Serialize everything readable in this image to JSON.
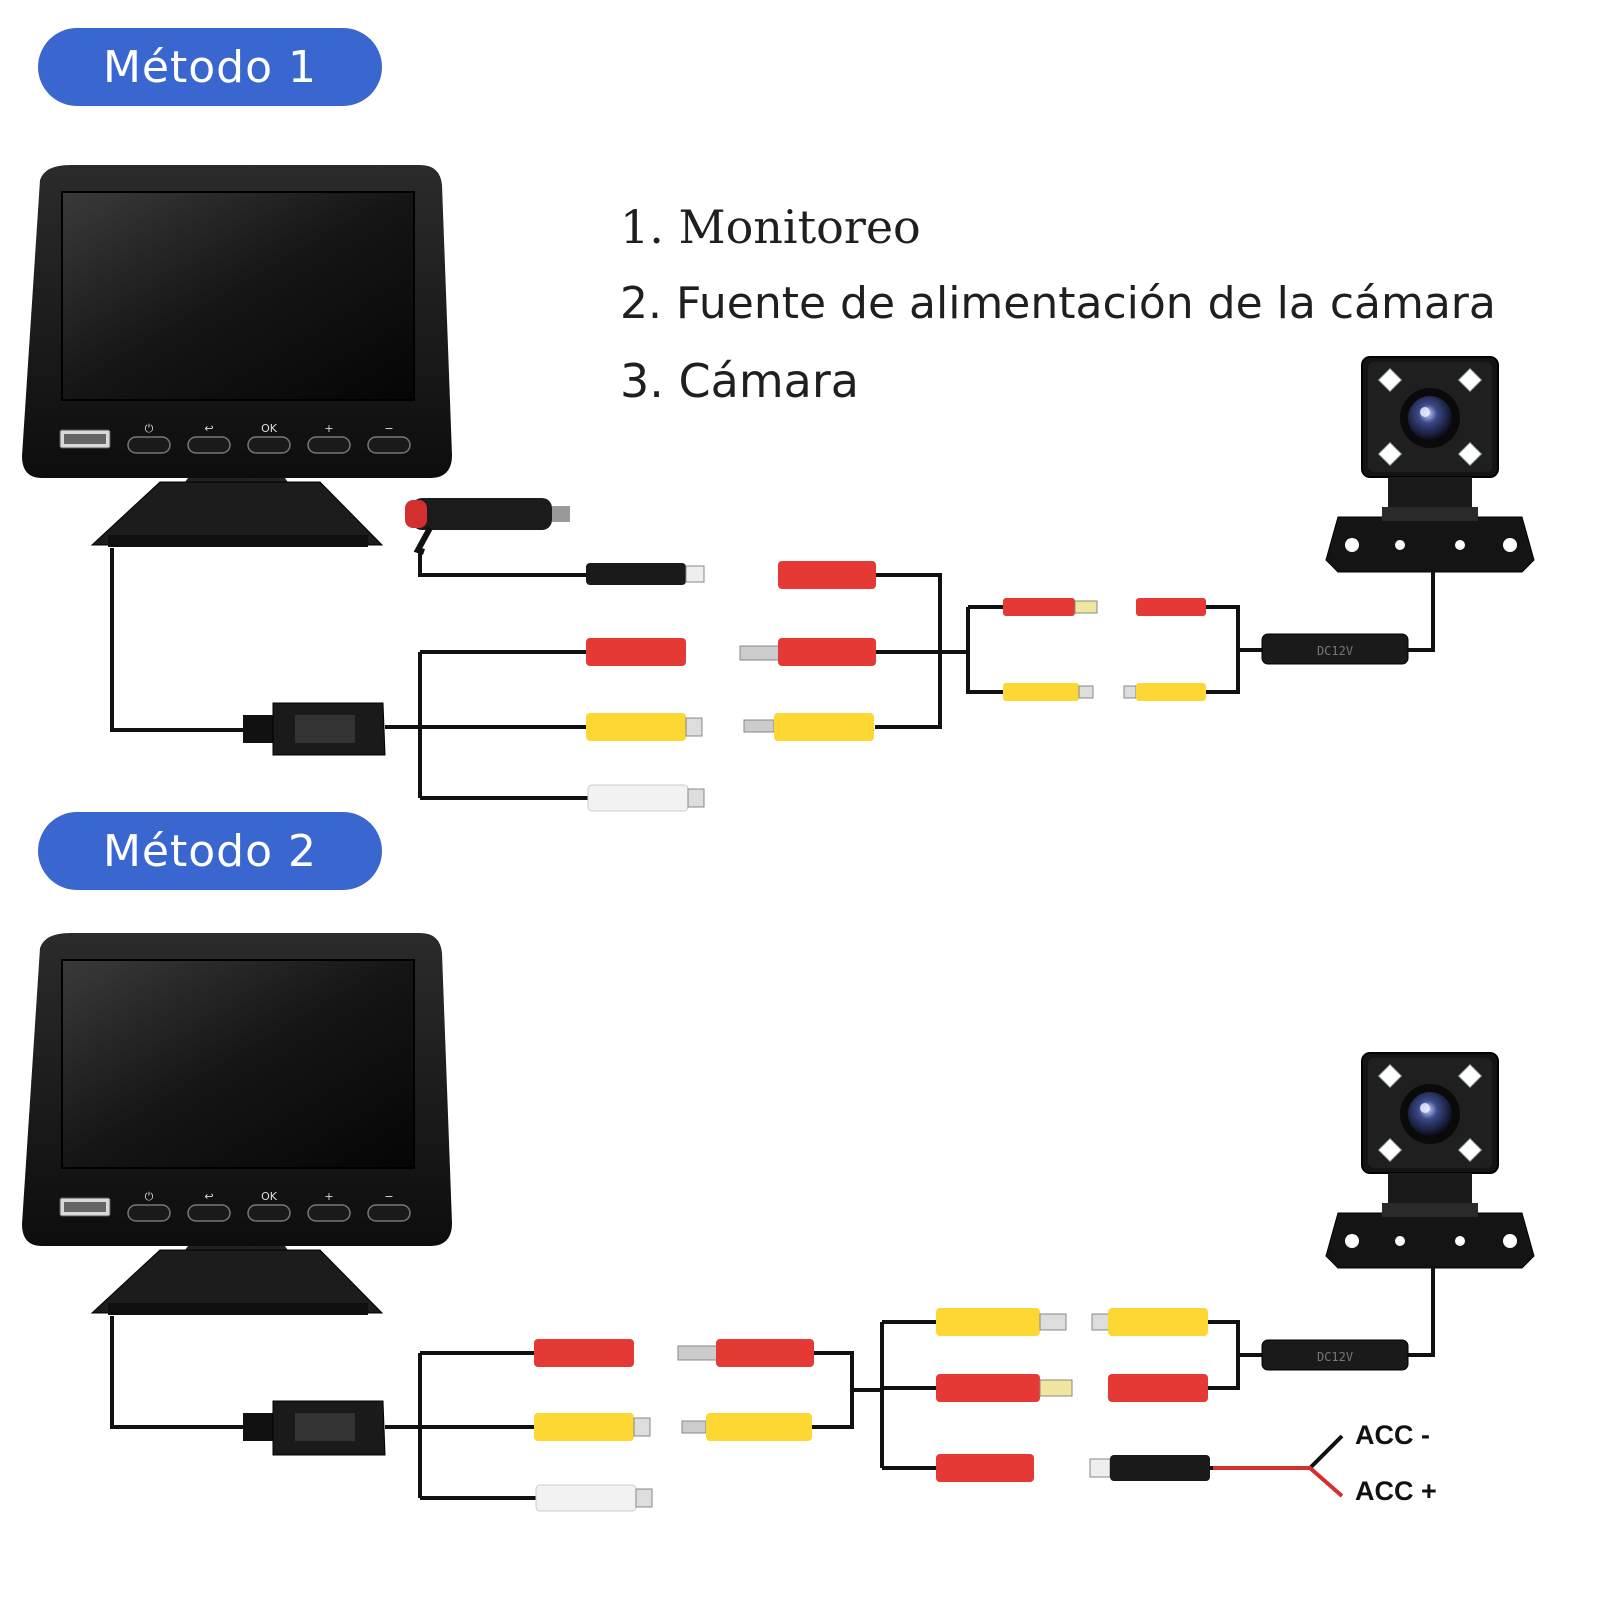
{
  "method1": {
    "label": "Método 1"
  },
  "method2": {
    "label": "Método 2"
  },
  "legend": {
    "item1": "1. Monitoreo",
    "item2": "2. Fuente de alimentación de la cámara",
    "item3": "3. Cámara"
  },
  "monitor": {
    "buttons": [
      "⏻",
      "↩",
      "OK",
      "+",
      "−"
    ]
  },
  "camera": {
    "module_text": "DC12V"
  },
  "power": {
    "acc_minus": "ACC -",
    "acc_plus": "ACC +"
  },
  "colors": {
    "pill": "#3a67cf",
    "rca_red": "#e53935",
    "rca_yellow": "#fdd835",
    "rca_white": "#f2f2f2",
    "wire": "#111111",
    "wire_red": "#d32f2f"
  }
}
